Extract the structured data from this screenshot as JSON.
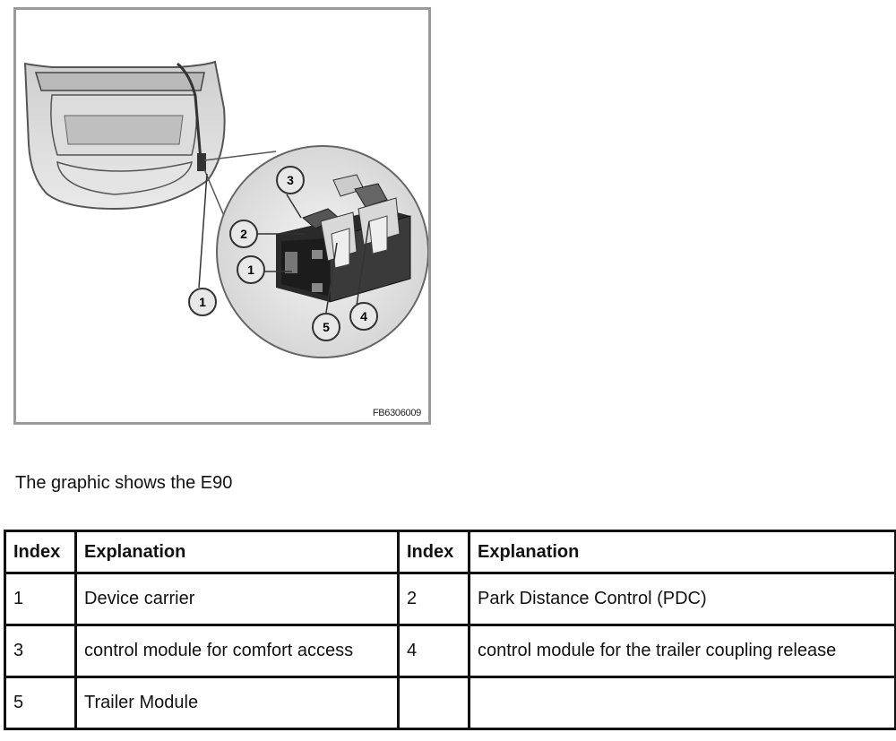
{
  "figure": {
    "code": "FB6306009",
    "callouts": [
      "1",
      "2",
      "3",
      "4",
      "5",
      "1"
    ]
  },
  "caption": "The graphic shows the E90",
  "table": {
    "headers": [
      "Index",
      "Explanation",
      "Index",
      "Explanation"
    ],
    "rows": [
      [
        "1",
        "Device carrier",
        "2",
        "Park Distance Control (PDC)"
      ],
      [
        "3",
        "control module for comfort access",
        "4",
        "control module for the trailer coupling release"
      ],
      [
        "5",
        "Trailer Module",
        "",
        ""
      ]
    ]
  }
}
